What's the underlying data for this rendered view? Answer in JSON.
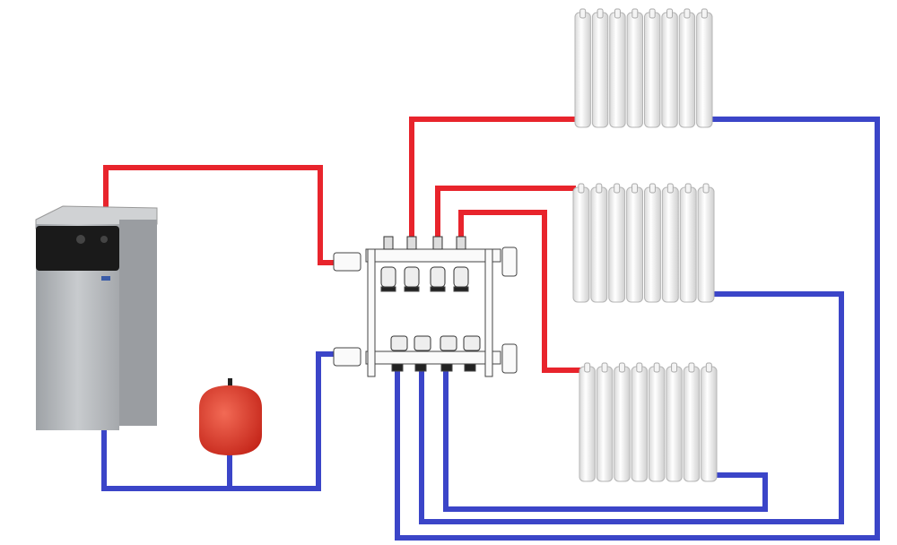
{
  "diagram": {
    "type": "heating-system-schematic",
    "components": [
      "boiler",
      "expansion-vessel",
      "manifold",
      "radiator",
      "radiator",
      "radiator"
    ],
    "radiator_sections": 8,
    "colors": {
      "supply_pipe": "#e8242c",
      "return_pipe": "#3b45c8",
      "boiler_body": "#b9bcc0",
      "boiler_panel": "#1a1a1a",
      "vessel": "#e03a2a",
      "radiator": "#f2f2f2"
    }
  }
}
